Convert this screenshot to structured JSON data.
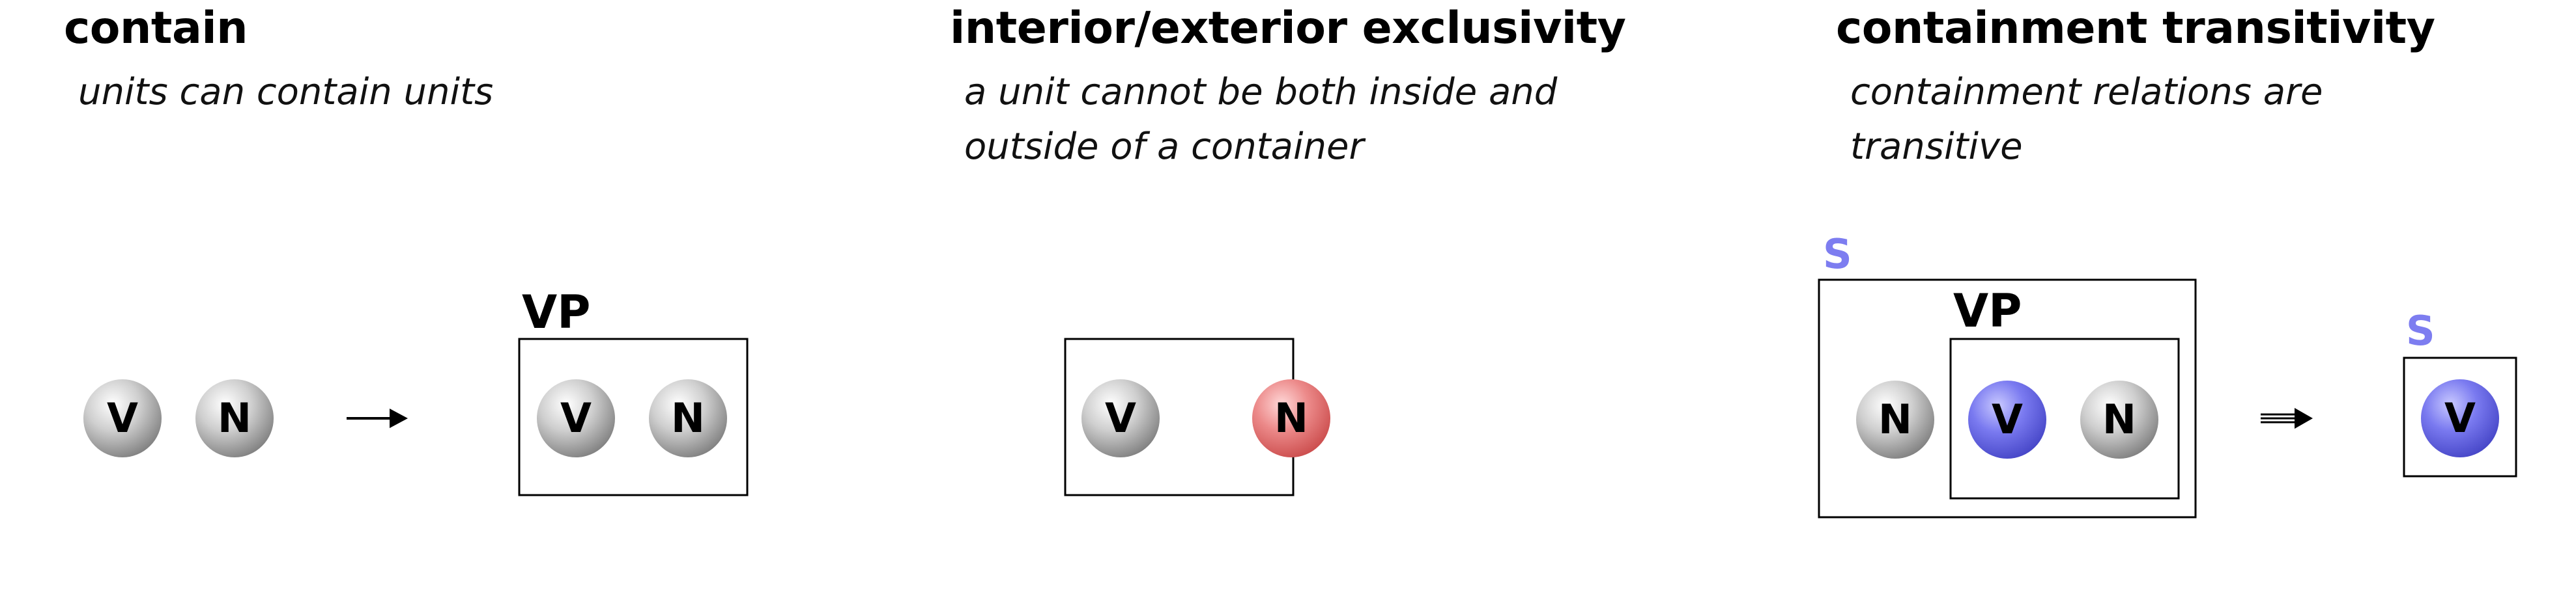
{
  "panels": [
    {
      "title": "contain",
      "subtitle_lines": [
        "units can contain units"
      ],
      "unit_v": "V",
      "unit_n": "N",
      "container_label": "VP",
      "colors": {
        "gray_unit": "#9a9a9a"
      }
    },
    {
      "title": "interior/exterior exclusivity",
      "subtitle_lines": [
        "a unit cannot be both inside and",
        "outside of a container"
      ],
      "unit_v": "V",
      "unit_n": "N",
      "colors": {
        "gray_unit": "#9a9a9a",
        "highlight_unit": "#e15d5d"
      }
    },
    {
      "title": "containment transitivity",
      "subtitle_lines": [
        "containment relations are",
        "transitive"
      ],
      "outer_label": "S",
      "inner_label": "VP",
      "unit_v": "V",
      "unit_n": "N",
      "result_label": "S",
      "colors": {
        "gray_unit": "#9a9a9a",
        "blue_unit": "#5f5fe0",
        "label_blue": "#7d7df0"
      }
    }
  ]
}
